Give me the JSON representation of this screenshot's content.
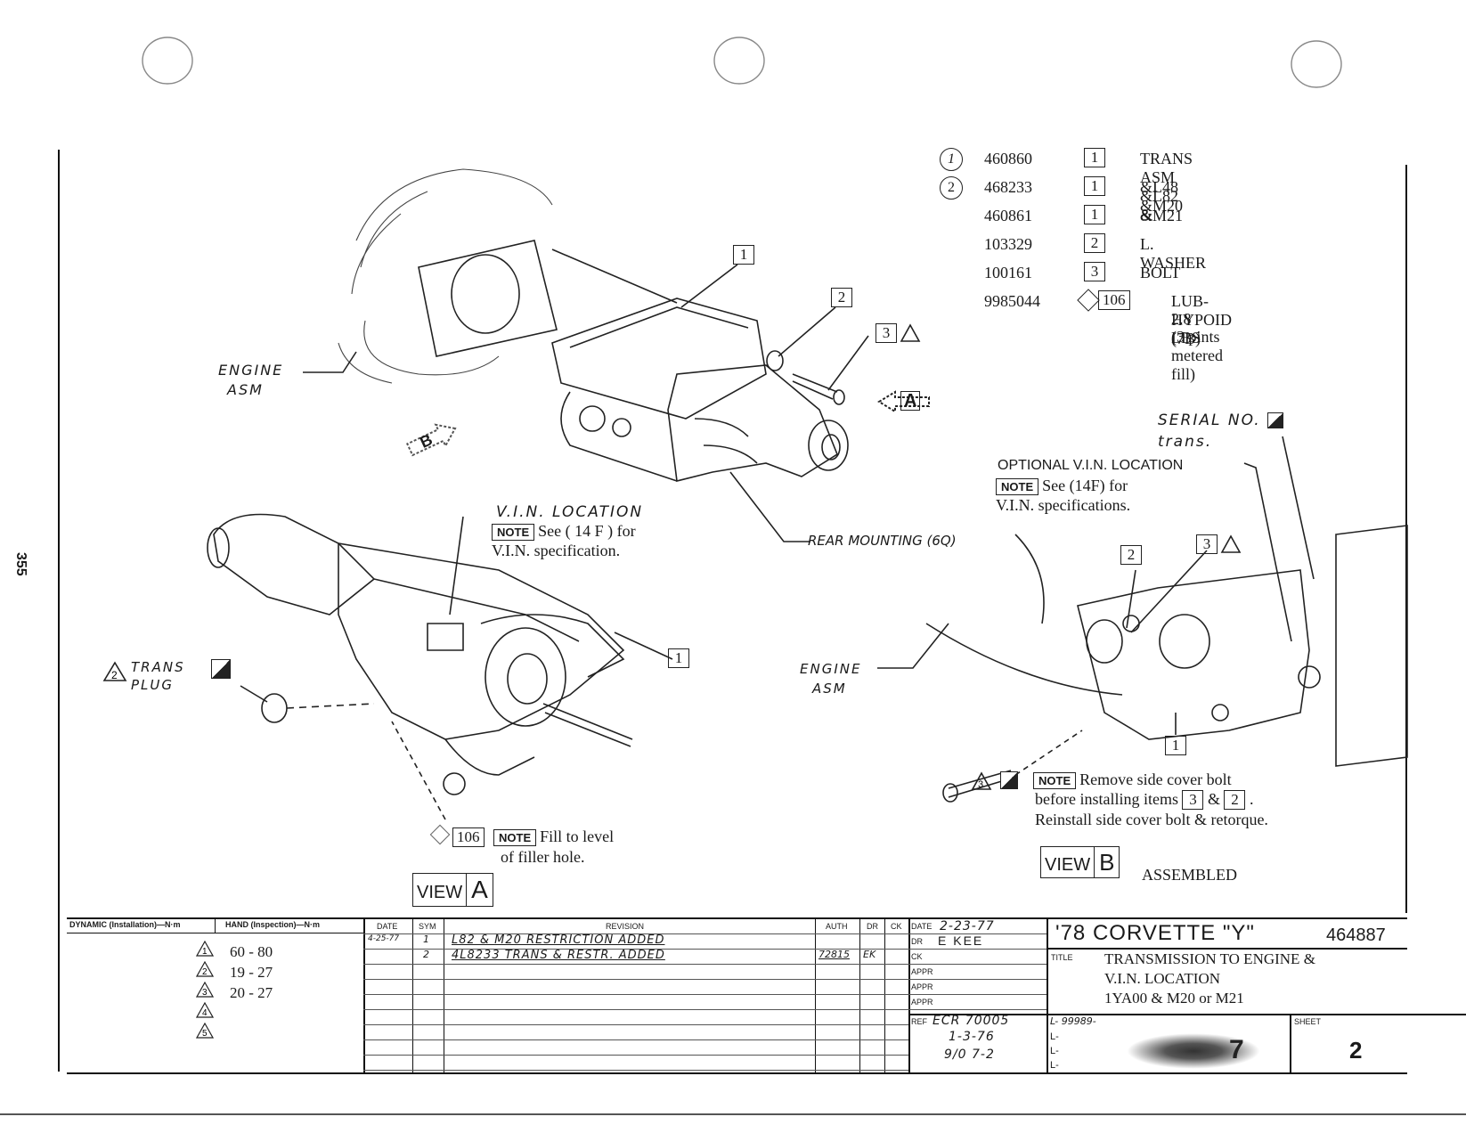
{
  "page_number": "355",
  "parts_list": [
    {
      "callout": "1",
      "part": "460860",
      "qty": "1",
      "desc": "TRANS ASM &L82 &"
    },
    {
      "callout": "2",
      "part": "468233",
      "qty": "1",
      "desc": "&L48 &M20"
    },
    {
      "callout": "",
      "part": "460861",
      "qty": "1",
      "desc": "&M21"
    },
    {
      "callout": "",
      "part": "103329",
      "qty": "2",
      "desc": "L. WASHER"
    },
    {
      "callout": "",
      "part": "100161",
      "qty": "3",
      "desc": "BOLT"
    },
    {
      "callout": "",
      "part": "9985044",
      "qty": "106",
      "desc": "LUB-HYPOID (7B)",
      "desc2": "2.8 LBS",
      "desc3": "(3 pints metered fill)"
    }
  ],
  "labels": {
    "engine_asm_1": "ENGINE",
    "engine_asm_1b": "ASM",
    "engine_asm_2": "ENGINE",
    "engine_asm_2b": "ASM",
    "rear_mounting": "REAR MOUNTING (6Q)",
    "vin_location": "V.I.N. LOCATION",
    "vin_note": "See ( 14 F ) for",
    "vin_note2": "V.I.N. specification.",
    "serial_no": "SERIAL NO.",
    "serial_trans": "trans.",
    "optional_vin": "OPTIONAL V.I.N. LOCATION",
    "optional_note": "See (14F) for",
    "optional_note2": "V.I.N. specifications.",
    "trans_plug": "TRANS",
    "trans_plug2": "PLUG",
    "fill_note": "Fill to level",
    "fill_note2": "of filler hole.",
    "remove_note": "Remove side cover bolt",
    "remove_note2a": "before installing items",
    "remove_note2b": "&",
    "remove_note3": "Reinstall side cover bolt & retorque.",
    "note_tag": "NOTE",
    "view_a_word": "VIEW",
    "view_a_letter": "A",
    "view_b_word": "VIEW",
    "view_b_letter": "B",
    "assembled": "ASSEMBLED",
    "callout_1": "1",
    "callout_2": "2",
    "callout_3": "3",
    "lub_106": "106",
    "arrow_a": "A",
    "arrow_b": "B"
  },
  "title_block": {
    "dynamic_header": "DYNAMIC (Installation)—N·m",
    "hand_header": "HAND (Inspection)—N·m",
    "torques": [
      {
        "sym": "1",
        "value": "60 - 80"
      },
      {
        "sym": "2",
        "value": "19 - 27"
      },
      {
        "sym": "3",
        "value": "20 - 27"
      },
      {
        "sym": "4",
        "value": ""
      },
      {
        "sym": "5",
        "value": ""
      }
    ],
    "rev_headers": {
      "date": "DATE",
      "sym": "SYM",
      "revision": "REVISION",
      "auth": "AUTH",
      "dr": "DR",
      "ck": "CK"
    },
    "revisions": [
      {
        "date": "4-25-77",
        "sym": "1",
        "revision": "L82 & M20 RESTRICTION ADDED",
        "auth": "",
        "dr": ""
      },
      {
        "date": "",
        "sym": "2",
        "revision": "4L8233 TRANS & RESTR. ADDED",
        "auth": "72815",
        "dr": "EK"
      }
    ],
    "date_label": "DATE",
    "date": "2-23-77",
    "dr_label": "DR",
    "dr": "E KEE",
    "ck_label": "CK",
    "appr_label": "APPR",
    "ref_label": "REF",
    "ref": "ECR 70005",
    "ref2": "1-3-76",
    "ref3": "9/0 7-2",
    "car": "'78 CORVETTE \"Y\"",
    "drawing_no": "464887",
    "title_label": "TITLE",
    "title1": "TRANSMISSION TO ENGINE &",
    "title2": "V.I.N. LOCATION",
    "title3": "1YA00 & M20 or M21",
    "l_number": "L- 99989-",
    "l_blank": "L-",
    "sheet_label": "SHEET",
    "sheet": "2",
    "sec_digit": "7"
  }
}
